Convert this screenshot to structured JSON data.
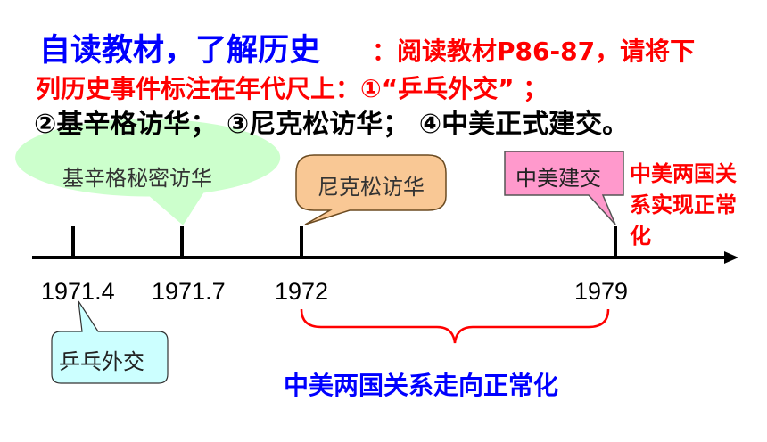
{
  "heading": {
    "title": "自读教材，了解历史",
    "instruction_line1": "：阅读教材P86-87，请将下",
    "instruction_line2": "列历史事件标注在年代尺上：①“乒乓外交”  ；",
    "events_line": "②基辛格访华；  ③尼克松访华；  ④中美正式建交。"
  },
  "timeline": {
    "years": [
      "1971.4",
      "1971.7",
      "1972",
      "1979"
    ],
    "axis_color": "#000000"
  },
  "callouts": {
    "kissinger": "基辛格秘密访华",
    "nixon": "尼克松访华",
    "establish": "中美建交",
    "pingpong": "乒乓外交",
    "normalization_note": "中美两国关系实现正常化"
  },
  "summary": "中美两国关系走向正常化",
  "colors": {
    "title": "#0000ff",
    "instruction": "#ff0000",
    "kissinger_fill": "#ccffcc",
    "nixon_fill": "#f9c895",
    "establish_fill": "#ff99cc",
    "pingpong_fill": "#ccffff",
    "brace": "#ff0000"
  }
}
